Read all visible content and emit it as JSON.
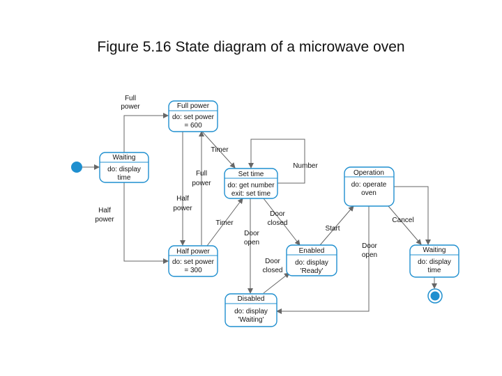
{
  "figure_title": "Figure 5.16 State diagram of a microwave oven",
  "colors": {
    "state_border": "#1f8fcf",
    "initial_node": "#1f8fcf",
    "edge": "#666666"
  },
  "states": {
    "waiting1": {
      "name": "Waiting",
      "body": [
        "do: display",
        "time"
      ]
    },
    "full_power": {
      "name": "Full power",
      "body": [
        "do: set power",
        "= 600"
      ]
    },
    "half_power": {
      "name": "Half power",
      "body": [
        "do: set power",
        "= 300"
      ]
    },
    "set_time": {
      "name": "Set time",
      "body": [
        "do: get number",
        "exit: set time"
      ]
    },
    "disabled": {
      "name": "Disabled",
      "body": [
        "do: display",
        "'Waiting'"
      ]
    },
    "enabled": {
      "name": "Enabled",
      "body": [
        "do: display",
        "'Ready'"
      ]
    },
    "operation": {
      "name": "Operation",
      "body": [
        "do: operate",
        "oven"
      ]
    },
    "waiting2": {
      "name": "Waiting",
      "body": [
        "do: display",
        "time"
      ]
    }
  },
  "transitions": {
    "full_power_top": [
      "Full",
      "power"
    ],
    "half_power_left": [
      "Half",
      "power"
    ],
    "timer_from_full": [
      "Timer"
    ],
    "number": [
      "Number"
    ],
    "full_power_mid": [
      "Full",
      "power"
    ],
    "half_power_mid": [
      "Half",
      "power"
    ],
    "timer_from_half": [
      "Timer"
    ],
    "door_open_settime": [
      "Door",
      "open"
    ],
    "door_closed_settime": [
      "Door",
      "closed"
    ],
    "door_closed_disabled": [
      "Door",
      "closed"
    ],
    "start": [
      "Start"
    ],
    "door_open_operation": [
      "Door",
      "open"
    ],
    "cancel": [
      "Cancel"
    ]
  }
}
